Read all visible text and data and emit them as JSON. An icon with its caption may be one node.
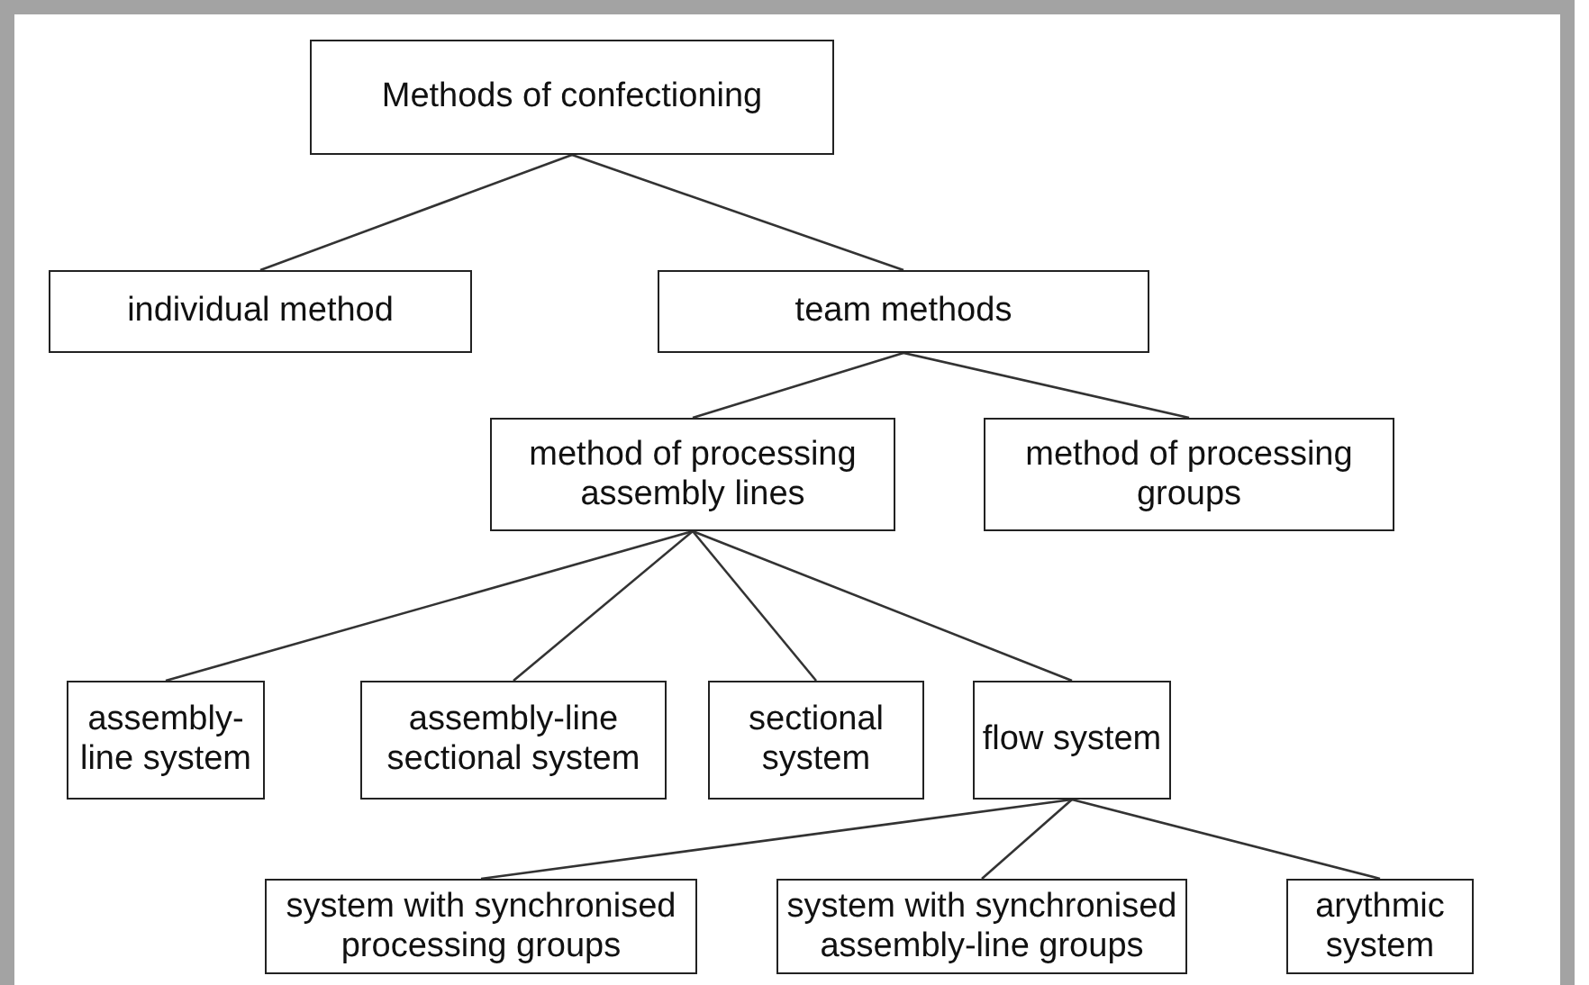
{
  "diagram": {
    "nodes": [
      {
        "text": [
          "Methods of confectioning"
        ]
      },
      {
        "text": [
          "individual method"
        ]
      },
      {
        "text": [
          "team methods"
        ]
      },
      {
        "text": [
          "method of processing assembly lines"
        ]
      },
      {
        "text": [
          "method of processing groups"
        ]
      },
      {
        "text": [
          "assembly-line system"
        ]
      },
      {
        "text": [
          "assembly-line sectional system"
        ]
      },
      {
        "text": [
          "sectional system"
        ]
      },
      {
        "text": [
          "flow system"
        ]
      },
      {
        "text": [
          "system with synchronised processing groups"
        ]
      },
      {
        "text": [
          "system with synchronised assembly-line groups"
        ]
      },
      {
        "text": [
          "arythmic system"
        ]
      }
    ],
    "edges": [
      {
        "from": 0,
        "to": 1,
        "arrow": "none"
      },
      {
        "from": 0,
        "to": 2,
        "arrow": "none"
      },
      {
        "from": 2,
        "to": 3,
        "arrow": "none"
      },
      {
        "from": 2,
        "to": 4,
        "arrow": "none"
      },
      {
        "from": 3,
        "to": 5,
        "arrow": "none"
      },
      {
        "from": 3,
        "to": 6,
        "arrow": "none"
      },
      {
        "from": 3,
        "to": 7,
        "arrow": "none"
      },
      {
        "from": 3,
        "to": 8,
        "arrow": "none"
      },
      {
        "from": 8,
        "to": 9,
        "arrow": "none"
      },
      {
        "from": 8,
        "to": 10,
        "arrow": "none"
      },
      {
        "from": 8,
        "to": 11,
        "arrow": "none"
      }
    ]
  }
}
